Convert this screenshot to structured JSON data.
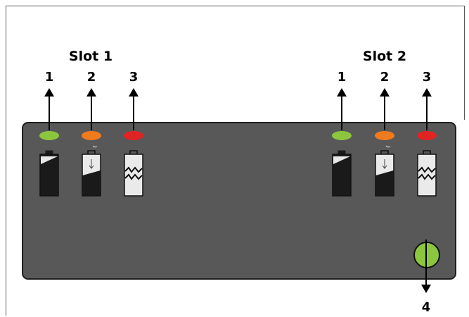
{
  "slots": [
    {
      "title": "Slot 1",
      "indicators": [
        {
          "number": "1",
          "color": "#8cc63f",
          "icon": "battery-full-icon"
        },
        {
          "number": "2",
          "color": "#f07a1e",
          "icon": "battery-charging-icon"
        },
        {
          "number": "3",
          "color": "#e02424",
          "icon": "battery-error-icon"
        }
      ]
    },
    {
      "title": "Slot 2",
      "indicators": [
        {
          "number": "1",
          "color": "#8cc63f",
          "icon": "battery-full-icon"
        },
        {
          "number": "2",
          "color": "#f07a1e",
          "icon": "battery-charging-icon"
        },
        {
          "number": "3",
          "color": "#e02424",
          "icon": "battery-error-icon"
        }
      ]
    }
  ],
  "power_button": {
    "number": "4",
    "color": "#8cc63f",
    "icon": "power-button-icon"
  },
  "colors": {
    "panel": "#585858",
    "panel_border": "#1e1e1e",
    "battery_fill": "#1a1a1a"
  }
}
